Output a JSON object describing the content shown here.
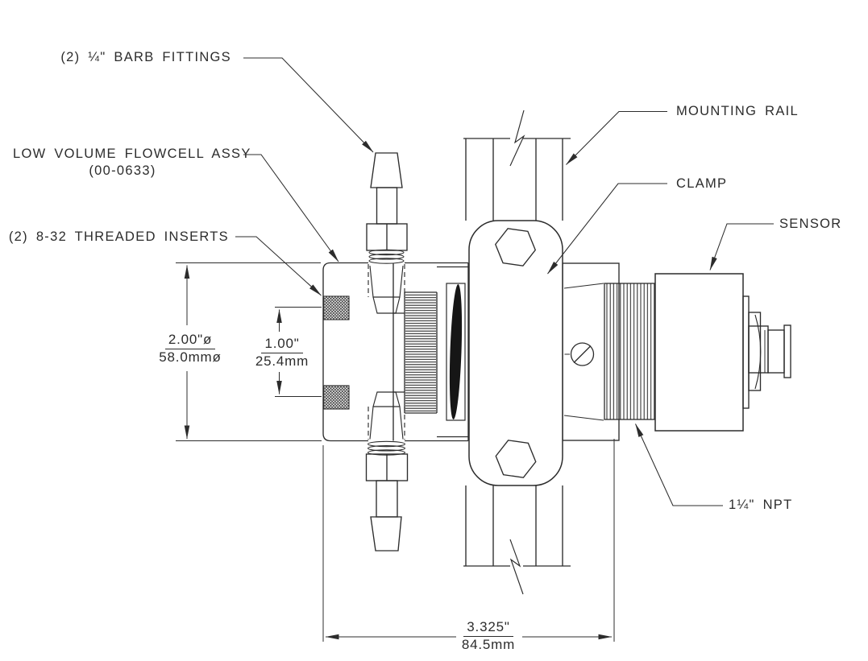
{
  "drawing": {
    "title": "LOW VOLUME FLOWCELL ASSY",
    "callouts": {
      "barb_fittings": "(2) ¼\" BARB FITTINGS",
      "flowcell_assy": "LOW VOLUME FLOWCELL ASSY",
      "flowcell_part_number": "(00-0633)",
      "threaded_inserts": "(2) 8-32 THREADED INSERTS",
      "mounting_rail": "MOUNTING RAIL",
      "clamp": "CLAMP",
      "sensor": "SENSOR",
      "npt": "1¼\" NPT"
    },
    "dimensions": {
      "flowcell_diameter": {
        "imperial": "2.00\"ø",
        "metric": "58.0mmø"
      },
      "insert_spacing": {
        "imperial": "1.00\"",
        "metric": "25.4mm"
      },
      "overall_length": {
        "imperial": "3.325\"",
        "metric": "84.5mm"
      }
    },
    "colors": {
      "line": "#2c2c2c",
      "background": "#ffffff"
    }
  }
}
